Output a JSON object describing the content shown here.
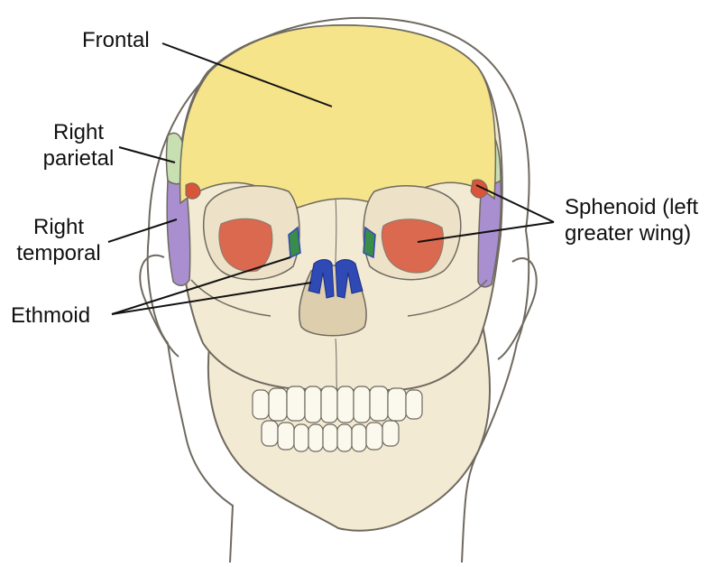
{
  "labels": {
    "frontal": "Frontal",
    "parietal": [
      "Right",
      "parietal"
    ],
    "temporal": [
      "Right",
      "temporal"
    ],
    "ethmoid": "Ethmoid",
    "sphenoid": [
      "Sphenoid (left",
      "greater wing)"
    ]
  },
  "colors": {
    "frontal": "#f5e48a",
    "parietal": "#c8dfb2",
    "temporal": "#a98fd0",
    "sphenoid": "#d9553a",
    "ethmoid": "#2f49b5",
    "bone": "#f3ead3",
    "outline": "#6f6a60",
    "leader": "#111111"
  }
}
